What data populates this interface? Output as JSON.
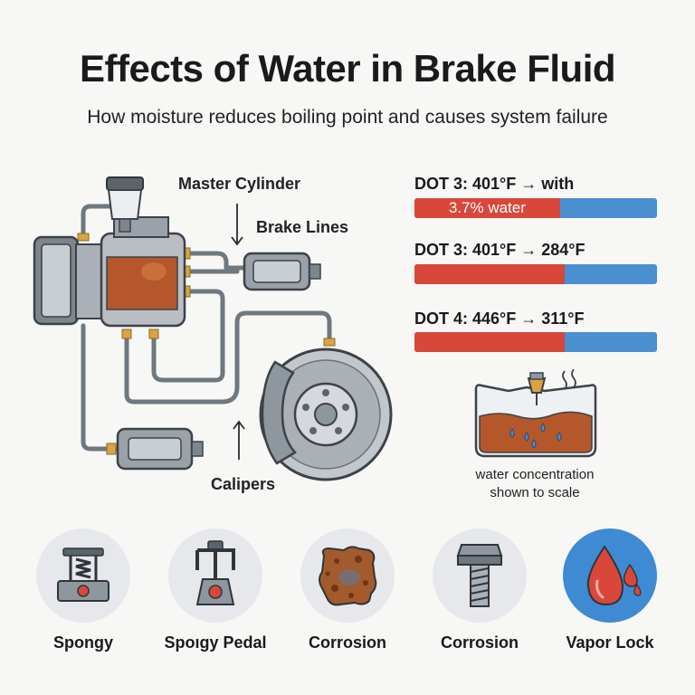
{
  "header": {
    "title": "Effects of Water in Brake Fluid",
    "subtitle": "How moisture reduces boiling point and causes system failure"
  },
  "diagram": {
    "labels": {
      "master_cylinder": "Master Cylinder",
      "brake_lines": "Brake Lines",
      "calipers": "Calipers"
    }
  },
  "stats": [
    {
      "label": "DOT 3: 401°F → with",
      "bar_text": "3.7% water",
      "red_fraction": 0.6
    },
    {
      "label": "DOT 3: 401°F → 284°F",
      "bar_text": "",
      "red_fraction": 0.62
    },
    {
      "label": "DOT 4: 446°F → 311°F",
      "bar_text": "",
      "red_fraction": 0.62
    }
  ],
  "scale_note": {
    "caption_line1": "water concentration",
    "caption_line2": "shown to scale"
  },
  "effects": [
    {
      "label": "Spongy",
      "icon": "spring-pedal-icon"
    },
    {
      "label": "Spoıgy Pedal",
      "icon": "brake-pedal-icon"
    },
    {
      "label": "Corrosion",
      "icon": "rust-patch-icon"
    },
    {
      "label": "Corrosion",
      "icon": "bolt-icon"
    },
    {
      "label": "Vapor Lock",
      "icon": "water-drop-icon"
    }
  ],
  "colors": {
    "hot": "#d9473b",
    "cool": "#4a8fd0",
    "fluid": "#b4572a",
    "metal": "#8e969e",
    "icon_bg": "#e6e8eb"
  }
}
